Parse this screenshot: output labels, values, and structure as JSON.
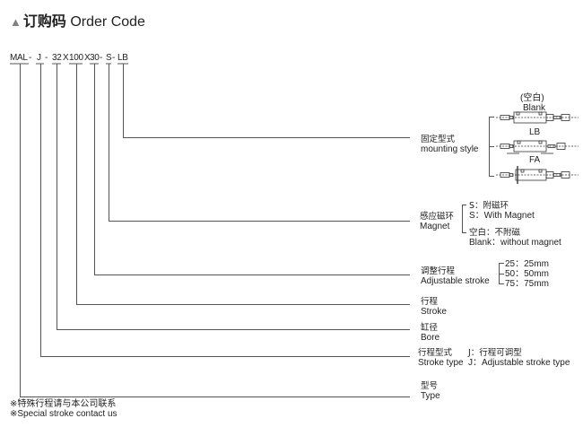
{
  "header": {
    "triangle_icon": "triangle-icon",
    "title_zh": "订购码",
    "title_en": "Order Code"
  },
  "order_code": {
    "segments": [
      "MAL",
      "-",
      "J",
      "-",
      "32",
      "X",
      "100",
      "X",
      "30",
      "-",
      "S",
      "-",
      "LB"
    ]
  },
  "fields": {
    "mounting": {
      "zh": "固定型式",
      "en": "mounting style",
      "options": [
        {
          "label_zh": "(空白)",
          "label_en": "Blank"
        },
        {
          "label_en": "LB"
        },
        {
          "label_en": "FA"
        }
      ]
    },
    "magnet": {
      "zh": "感应磁环",
      "en": "Magnet",
      "options": [
        {
          "zh": "S：附磁环",
          "en": "S：With Magnet"
        },
        {
          "zh": "空白：不附磁",
          "en": "Blank：without magnet"
        }
      ]
    },
    "adjustable_stroke": {
      "zh": "调整行程",
      "en": "Adjustable stroke",
      "options": [
        "25：25mm",
        "50：50mm",
        "75：75mm"
      ]
    },
    "stroke": {
      "zh": "行程",
      "en": "Stroke"
    },
    "bore": {
      "zh": "缸径",
      "en": "Bore"
    },
    "stroke_type": {
      "zh": "行程型式",
      "en": "Stroke type",
      "option_zh": "J：行程可调型",
      "option_en": "J：Adjustable stroke type"
    },
    "type": {
      "zh": "型号",
      "en": "Type"
    }
  },
  "notes": {
    "zh": "※特殊行程请与本公司联系",
    "en": "※Special stroke contact us"
  }
}
